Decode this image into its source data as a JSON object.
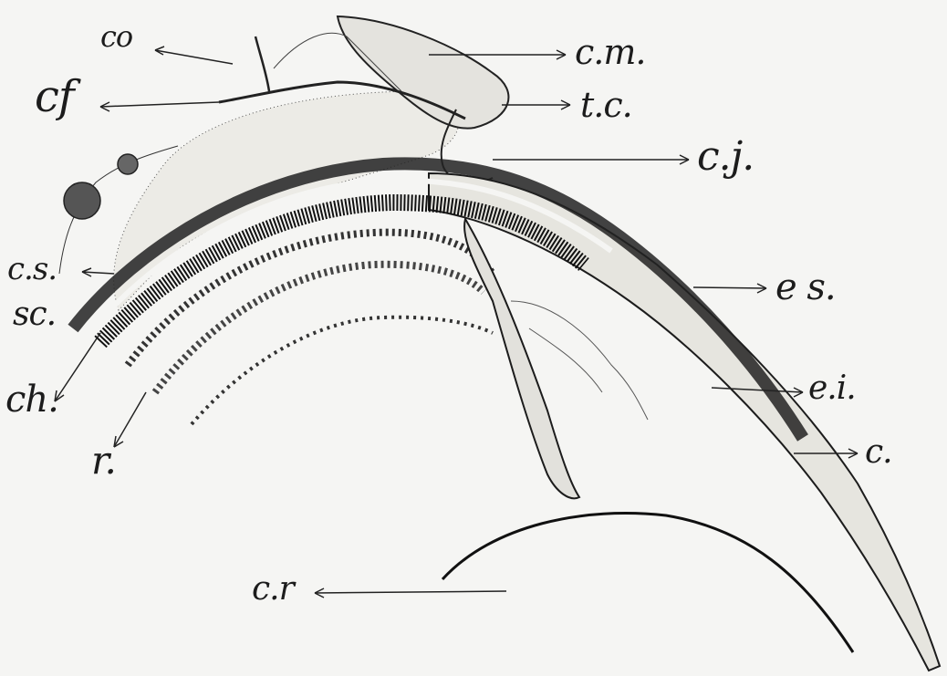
{
  "labels": {
    "co": "co",
    "cf": "cf",
    "cm": "c.m.",
    "tc": "t.c.",
    "cj": "c.j.",
    "cs": "c.s.",
    "sc": "sc.",
    "es": "e s.",
    "ch": "ch.",
    "ei": "e.i.",
    "c": "c.",
    "r": "r.",
    "cr": "c.r"
  },
  "colors": {
    "ink": "#1c1c1c",
    "paper": "#f5f5f3",
    "tissue": "#e9e8e3"
  }
}
